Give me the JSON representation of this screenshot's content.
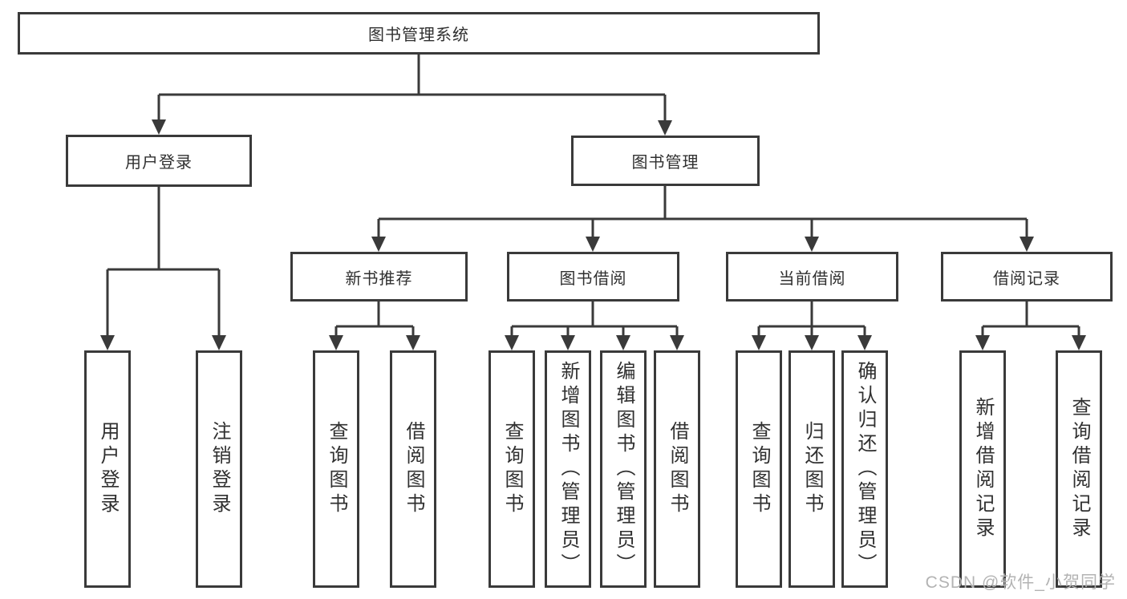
{
  "colors": {
    "line": "#3a3a3a",
    "text": "#303030",
    "watermark": "#b3b3b3",
    "background": "#ffffff"
  },
  "watermark": "CSDN @软件_小贺同学",
  "tree": {
    "root": {
      "label": "图书管理系统"
    },
    "user_login": {
      "label": "用户登录",
      "children": [
        {
          "label": "用户登录"
        },
        {
          "label": "注销登录"
        }
      ]
    },
    "book_management": {
      "label": "图书管理",
      "sections": [
        {
          "label": "新书推荐",
          "children": [
            {
              "label": "查询图书"
            },
            {
              "label": "借阅图书"
            }
          ]
        },
        {
          "label": "图书借阅",
          "children": [
            {
              "label": "查询图书"
            },
            {
              "label": "新增图书（管理员）"
            },
            {
              "label": "编辑图书（管理员）"
            },
            {
              "label": "借阅图书"
            }
          ]
        },
        {
          "label": "当前借阅",
          "children": [
            {
              "label": "查询图书"
            },
            {
              "label": "归还图书"
            },
            {
              "label": "确认归还（管理员）"
            }
          ]
        },
        {
          "label": "借阅记录",
          "children": [
            {
              "label": "新增借阅记录"
            },
            {
              "label": "查询借阅记录"
            }
          ]
        }
      ]
    }
  }
}
